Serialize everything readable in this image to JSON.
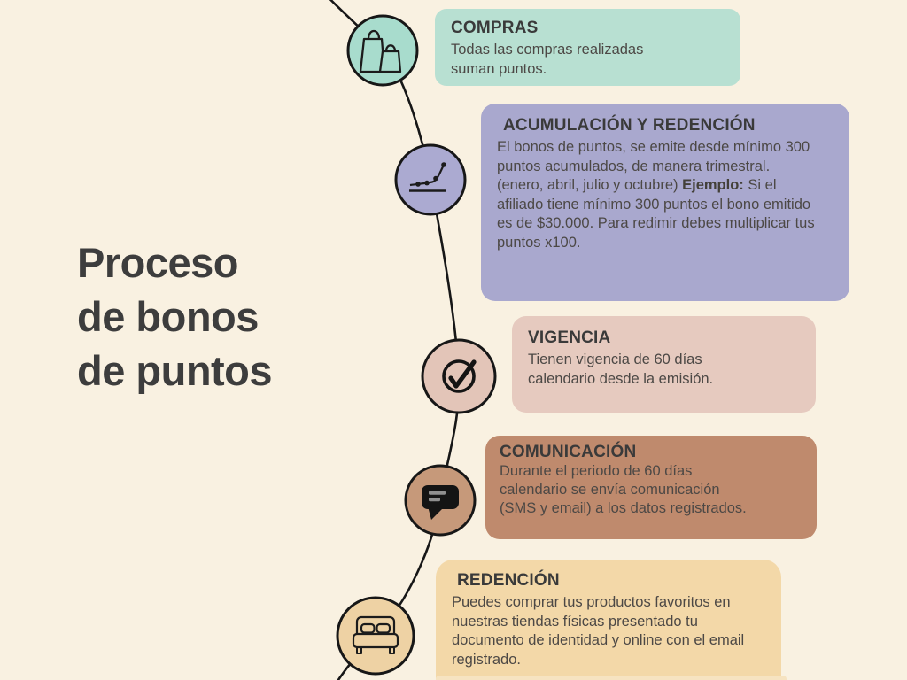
{
  "title": "Proceso\nde bonos\nde puntos",
  "colors": {
    "background": "#f9f1e1",
    "line": "#171717",
    "title_text": "#3d3d3d",
    "heading_text": "#3a3a3a",
    "body_text": "#4c4845",
    "next_card_peek": "#f6e3c1"
  },
  "steps": [
    {
      "heading": "COMPRAS",
      "body": "Todas las compras realizadas suman puntos.",
      "card_color": "#b8e0d2",
      "circle_color": "#a8dccd",
      "icon": "shopping-bags-icon"
    },
    {
      "heading": "ACUMULACIÓN Y REDENCIÓN",
      "body_before": "El bonos de puntos, se emite desde mínimo 300 puntos acumulados, de manera trimestral. (enero, abril, julio y octubre) ",
      "body_bold": "Ejemplo:",
      "body_after": " Si el afiliado tiene mínimo 300 puntos el bono emitido es de $30.000. Para redimir debes multiplicar tus puntos x100.",
      "card_color": "#a9a8ce",
      "circle_color": "#abaad1",
      "icon": "line-chart-icon"
    },
    {
      "heading": "VIGENCIA",
      "body": "Tienen vigencia de 60 días calendario desde la emisión.",
      "card_color": "#e6cabf",
      "circle_color": "#e3c5b8",
      "icon": "check-circle-icon"
    },
    {
      "heading": "COMUNICACIÓN",
      "body": "Durante el periodo de 60 días calendario se envía comunicación (SMS y email)  a los datos registrados.",
      "card_color": "#bf8a6d",
      "circle_color": "#c6997a",
      "icon": "chat-bubble-icon"
    },
    {
      "heading": "REDENCIÓN",
      "body": "Puedes comprar tus productos favoritos en nuestras tiendas físicas presentado tu documento de identidad y online con el email registrado.",
      "card_color": "#f3d8a8",
      "circle_color": "#eed2a4",
      "icon": "bed-icon"
    }
  ]
}
